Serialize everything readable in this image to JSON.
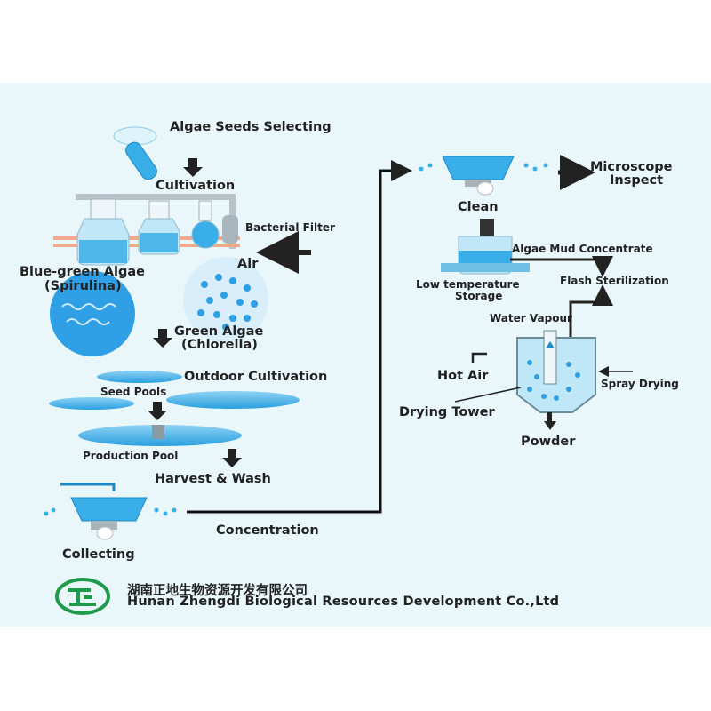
{
  "steps": {
    "seeds": "Algae Seeds Selecting",
    "cultivation": "Cultivation",
    "bacterial_filter": "Bacterial Filter",
    "air": "Air",
    "blue_green": "Blue-green Algae",
    "spirulina": "(Spirulina)",
    "green_algae": "Green Algae",
    "chlorella": "(Chlorella)",
    "outdoor": "Outdoor Cultivation",
    "seed_pools": "Seed Pools",
    "production_pool": "Production Pool",
    "harvest": "Harvest & Wash",
    "collecting": "Collecting",
    "concentration": "Concentration",
    "clean": "Clean",
    "microscope": "Microscope",
    "inspect": "Inspect",
    "mud_concentrate": "Algae Mud Concentrate",
    "low_temp": "Low temperature",
    "storage": "Storage",
    "flash": "Flash Sterilization",
    "water_vapour": "Water Vapour",
    "hot_air": "Hot Air",
    "spray_drying": "Spray Drying",
    "drying_tower": "Drying Tower",
    "powder": "Powder"
  },
  "company": {
    "name_cn": "湖南正地生物资源开发有限公司",
    "name_en": "Hunan Zhengdi Biological Resources Development Co.,Ltd"
  },
  "colors": {
    "background": "#e9f7fb",
    "water": "#3aaee8",
    "logo": "#1f9a4a",
    "arrow": "#222222"
  }
}
